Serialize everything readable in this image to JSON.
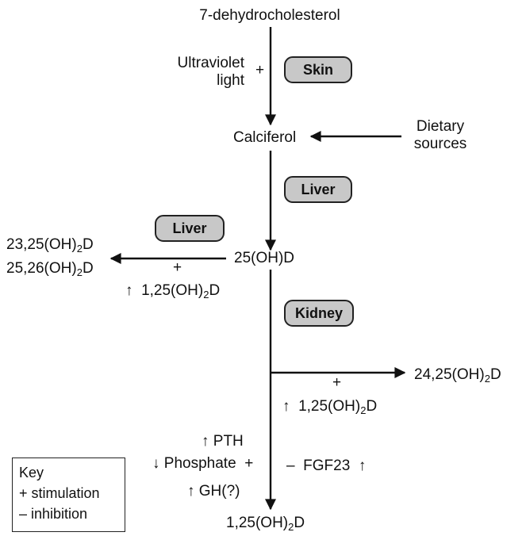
{
  "compounds": {
    "dehydrocholesterol": "7-dehydrocholesterol",
    "calciferol": "Calciferol",
    "hydroxy_d": "25(OH)D",
    "dihydroxy_23_25": {
      "prefix": "23,25(OH)",
      "sub": "2",
      "suffix": "D"
    },
    "dihydroxy_25_26": {
      "prefix": "25,26(OH)",
      "sub": "2",
      "suffix": "D"
    },
    "dihydroxy_24_25": {
      "prefix": "24,25(OH)",
      "sub": "2",
      "suffix": "D"
    },
    "calcitriol": {
      "prefix": "1,25(OH)",
      "sub": "2",
      "suffix": "D"
    }
  },
  "organs": {
    "skin": "Skin",
    "liver_top": "Liver",
    "liver_left": "Liver",
    "kidney": "Kidney"
  },
  "inputs": {
    "uv_line1": "Ultraviolet",
    "uv_line2": "light",
    "dietary_line1": "Dietary",
    "dietary_line2": "sources"
  },
  "regulators": {
    "plus": "+",
    "minus": "–",
    "up_arrow": "↑",
    "down_arrow": "↓",
    "calcitriol_left": {
      "prefix": "1,25(OH)",
      "sub": "2",
      "suffix": "D"
    },
    "calcitriol_right": {
      "prefix": "1,25(OH)",
      "sub": "2",
      "suffix": "D"
    },
    "pth": "PTH",
    "phosphate": "Phosphate",
    "gh": "GH(?)",
    "fgf23": "FGF23"
  },
  "key": {
    "title": "Key",
    "stimulation": "+ stimulation",
    "inhibition": "– inhibition"
  }
}
